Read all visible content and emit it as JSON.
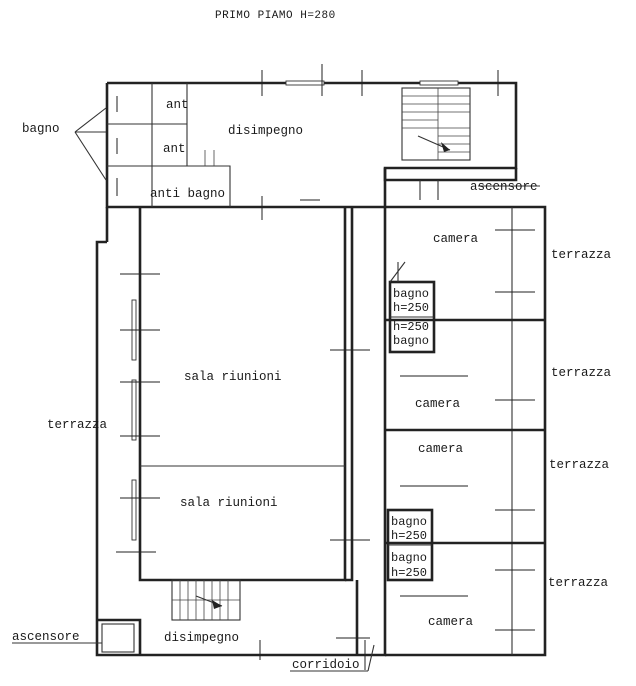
{
  "title": "PRIMO PIAMO H=280",
  "labels": {
    "bagno": "bagno",
    "ant_1": "ant",
    "ant_2": "ant",
    "anti_bagno": "anti bagno",
    "disimpegno_top": "disimpegno",
    "ascensore_top": "ascensore",
    "camera_1": "camera",
    "camera_2": "camera",
    "camera_3": "camera",
    "camera_4": "camera",
    "terrazza_1": "terrazza",
    "terrazza_2": "terrazza",
    "terrazza_3": "terrazza",
    "terrazza_4": "terrazza",
    "terrazza_left": "terrazza",
    "bath_upper_1": "bagno",
    "bath_upper_2": "h=250",
    "bath_upper_3": "h=250",
    "bath_upper_4": "bagno",
    "bath_lower_1": "bagno",
    "bath_lower_2": "h=250",
    "bath_lower_3": "bagno",
    "bath_lower_4": "h=250",
    "sala_1": "sala riunioni",
    "sala_2": "sala riunioni",
    "ascensore_bottom": "ascensore",
    "disimpegno_bottom": "disimpegno",
    "corridoio": "corridoio"
  }
}
